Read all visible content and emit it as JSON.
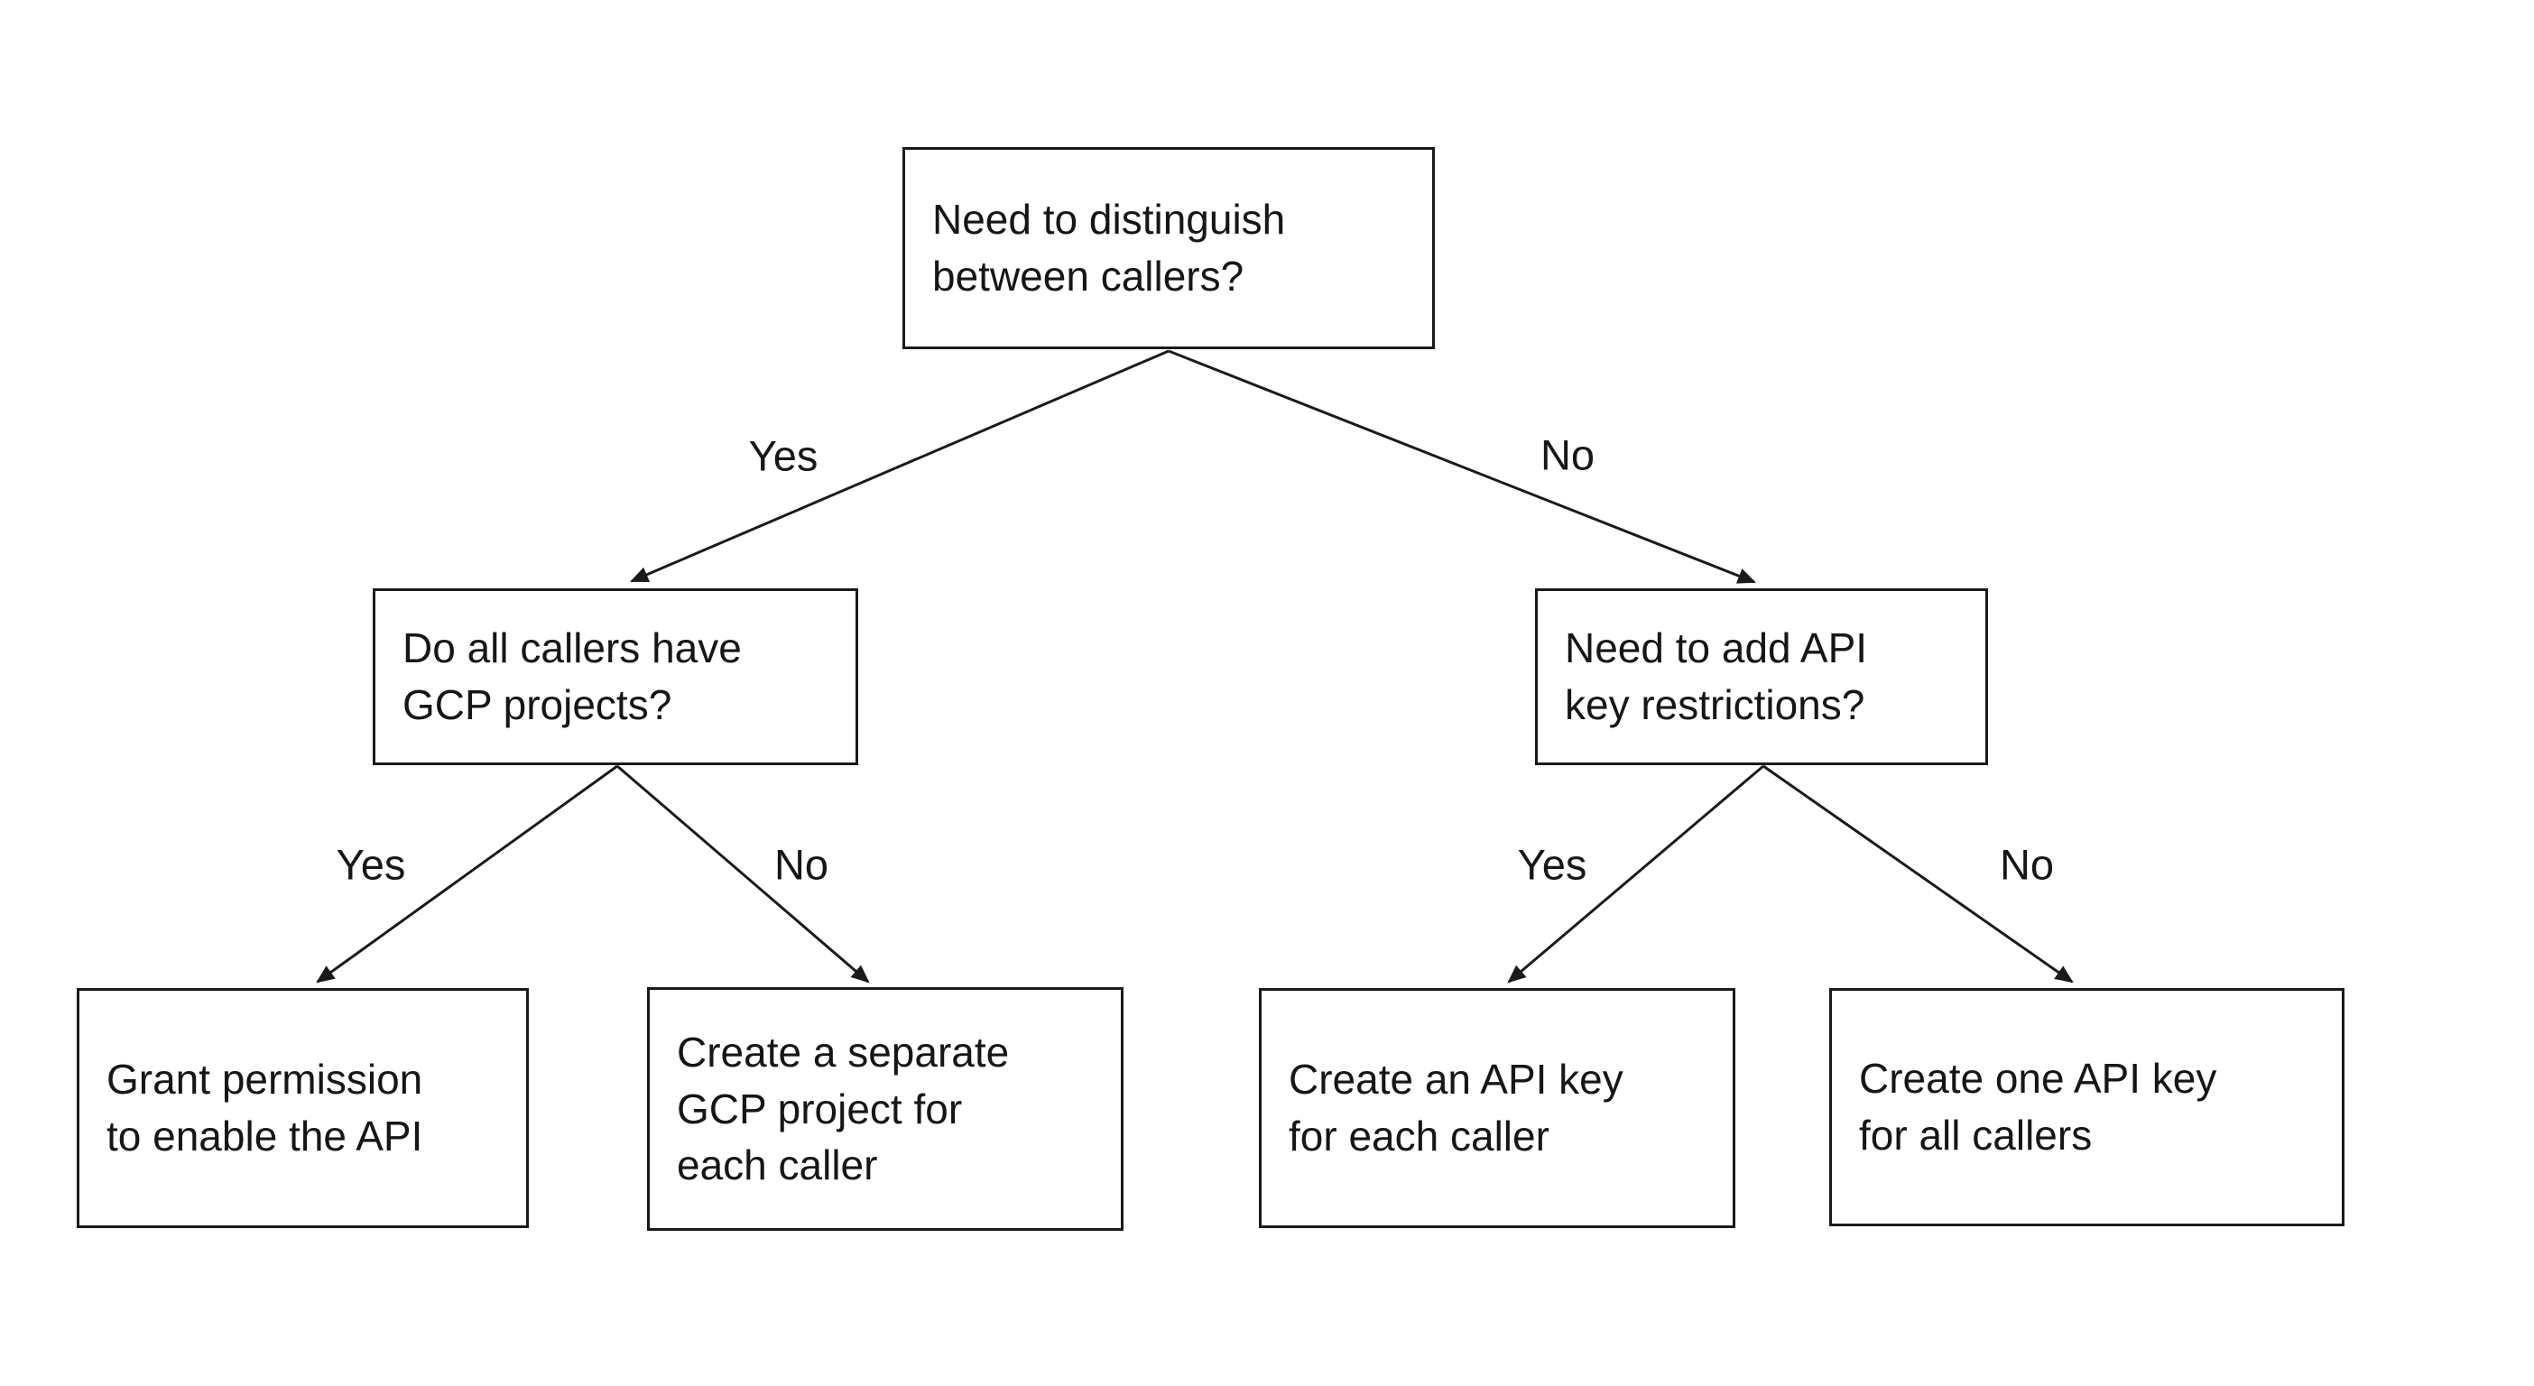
{
  "colors": {
    "background": "#ffffff",
    "ink": "#161616"
  },
  "flowchart": {
    "nodes": {
      "root": "Need to distinguish\nbetween callers?",
      "gcp_question": "Do all callers have\nGCP projects?",
      "restriction_question": "Need to add API\nkey restrictions?",
      "grant_permission": "Grant permission\nto enable the API",
      "separate_project": "Create a separate\nGCP project for\neach caller",
      "key_per_caller": "Create an API key\nfor each caller",
      "key_for_all": "Create one API key\nfor all callers"
    },
    "edge_labels": {
      "root_yes": "Yes",
      "root_no": "No",
      "gcp_yes": "Yes",
      "gcp_no": "No",
      "restriction_yes": "Yes",
      "restriction_no": "No"
    }
  }
}
